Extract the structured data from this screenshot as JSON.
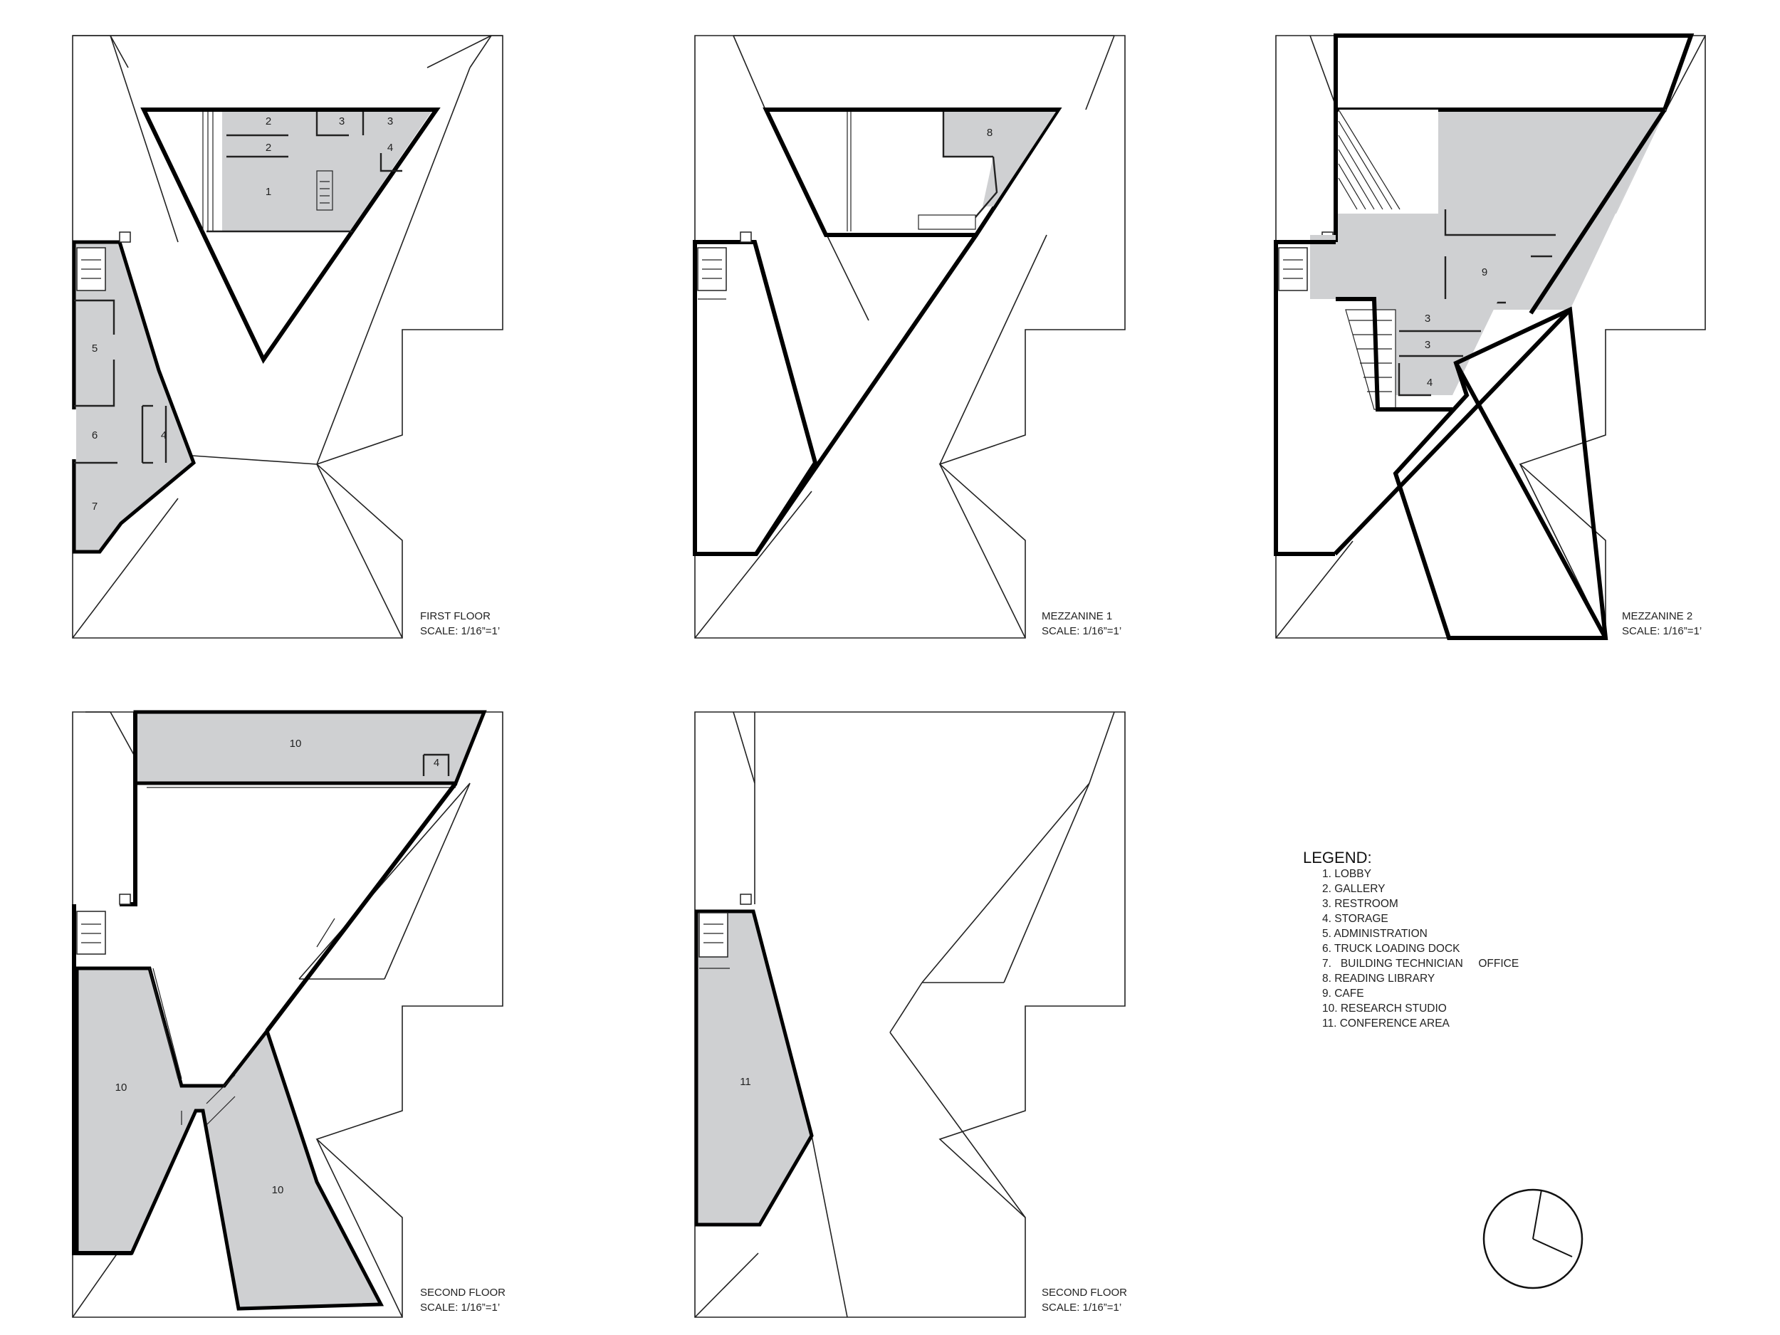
{
  "plans": [
    {
      "id": "first-floor",
      "caption": "FIRST FLOOR",
      "scale": "SCALE: 1/16”=1’",
      "rooms": [
        "1",
        "2",
        "2",
        "3",
        "3",
        "4",
        "5",
        "6",
        "4",
        "7"
      ]
    },
    {
      "id": "mezzanine-1",
      "caption": "MEZZANINE 1",
      "scale": "SCALE: 1/16”=1’",
      "rooms": [
        "8"
      ]
    },
    {
      "id": "mezzanine-2",
      "caption": "MEZZANINE 2",
      "scale": "SCALE: 1/16”=1’",
      "rooms": [
        "9",
        "3",
        "3",
        "4"
      ]
    },
    {
      "id": "second-floor-a",
      "caption": "SECOND FLOOR",
      "scale": "SCALE: 1/16”=1’",
      "rooms": [
        "10",
        "4",
        "10",
        "10"
      ]
    },
    {
      "id": "second-floor-b",
      "caption": "SECOND FLOOR",
      "scale": "SCALE: 1/16”=1’",
      "rooms": [
        "11"
      ]
    }
  ],
  "legend": {
    "title": "LEGEND:",
    "items": [
      "1.   LOBBY",
      "2.   GALLERY",
      "3.   RESTROOM",
      "4.   STORAGE",
      "5.   ADMINISTRATION",
      "6.   TRUCK LOADING DOCK",
      "7.   BUILDING TECHNICIAN     OFFICE",
      "8.   READING LIBRARY",
      "9.   CAFE",
      "10. RESEARCH STUDIO",
      "11. CONFERENCE AREA"
    ]
  },
  "north_arrow": "north-arrow-symbol",
  "colors": {
    "room_fill": "#cfd0d2",
    "line": "#000000",
    "background": "#ffffff"
  }
}
